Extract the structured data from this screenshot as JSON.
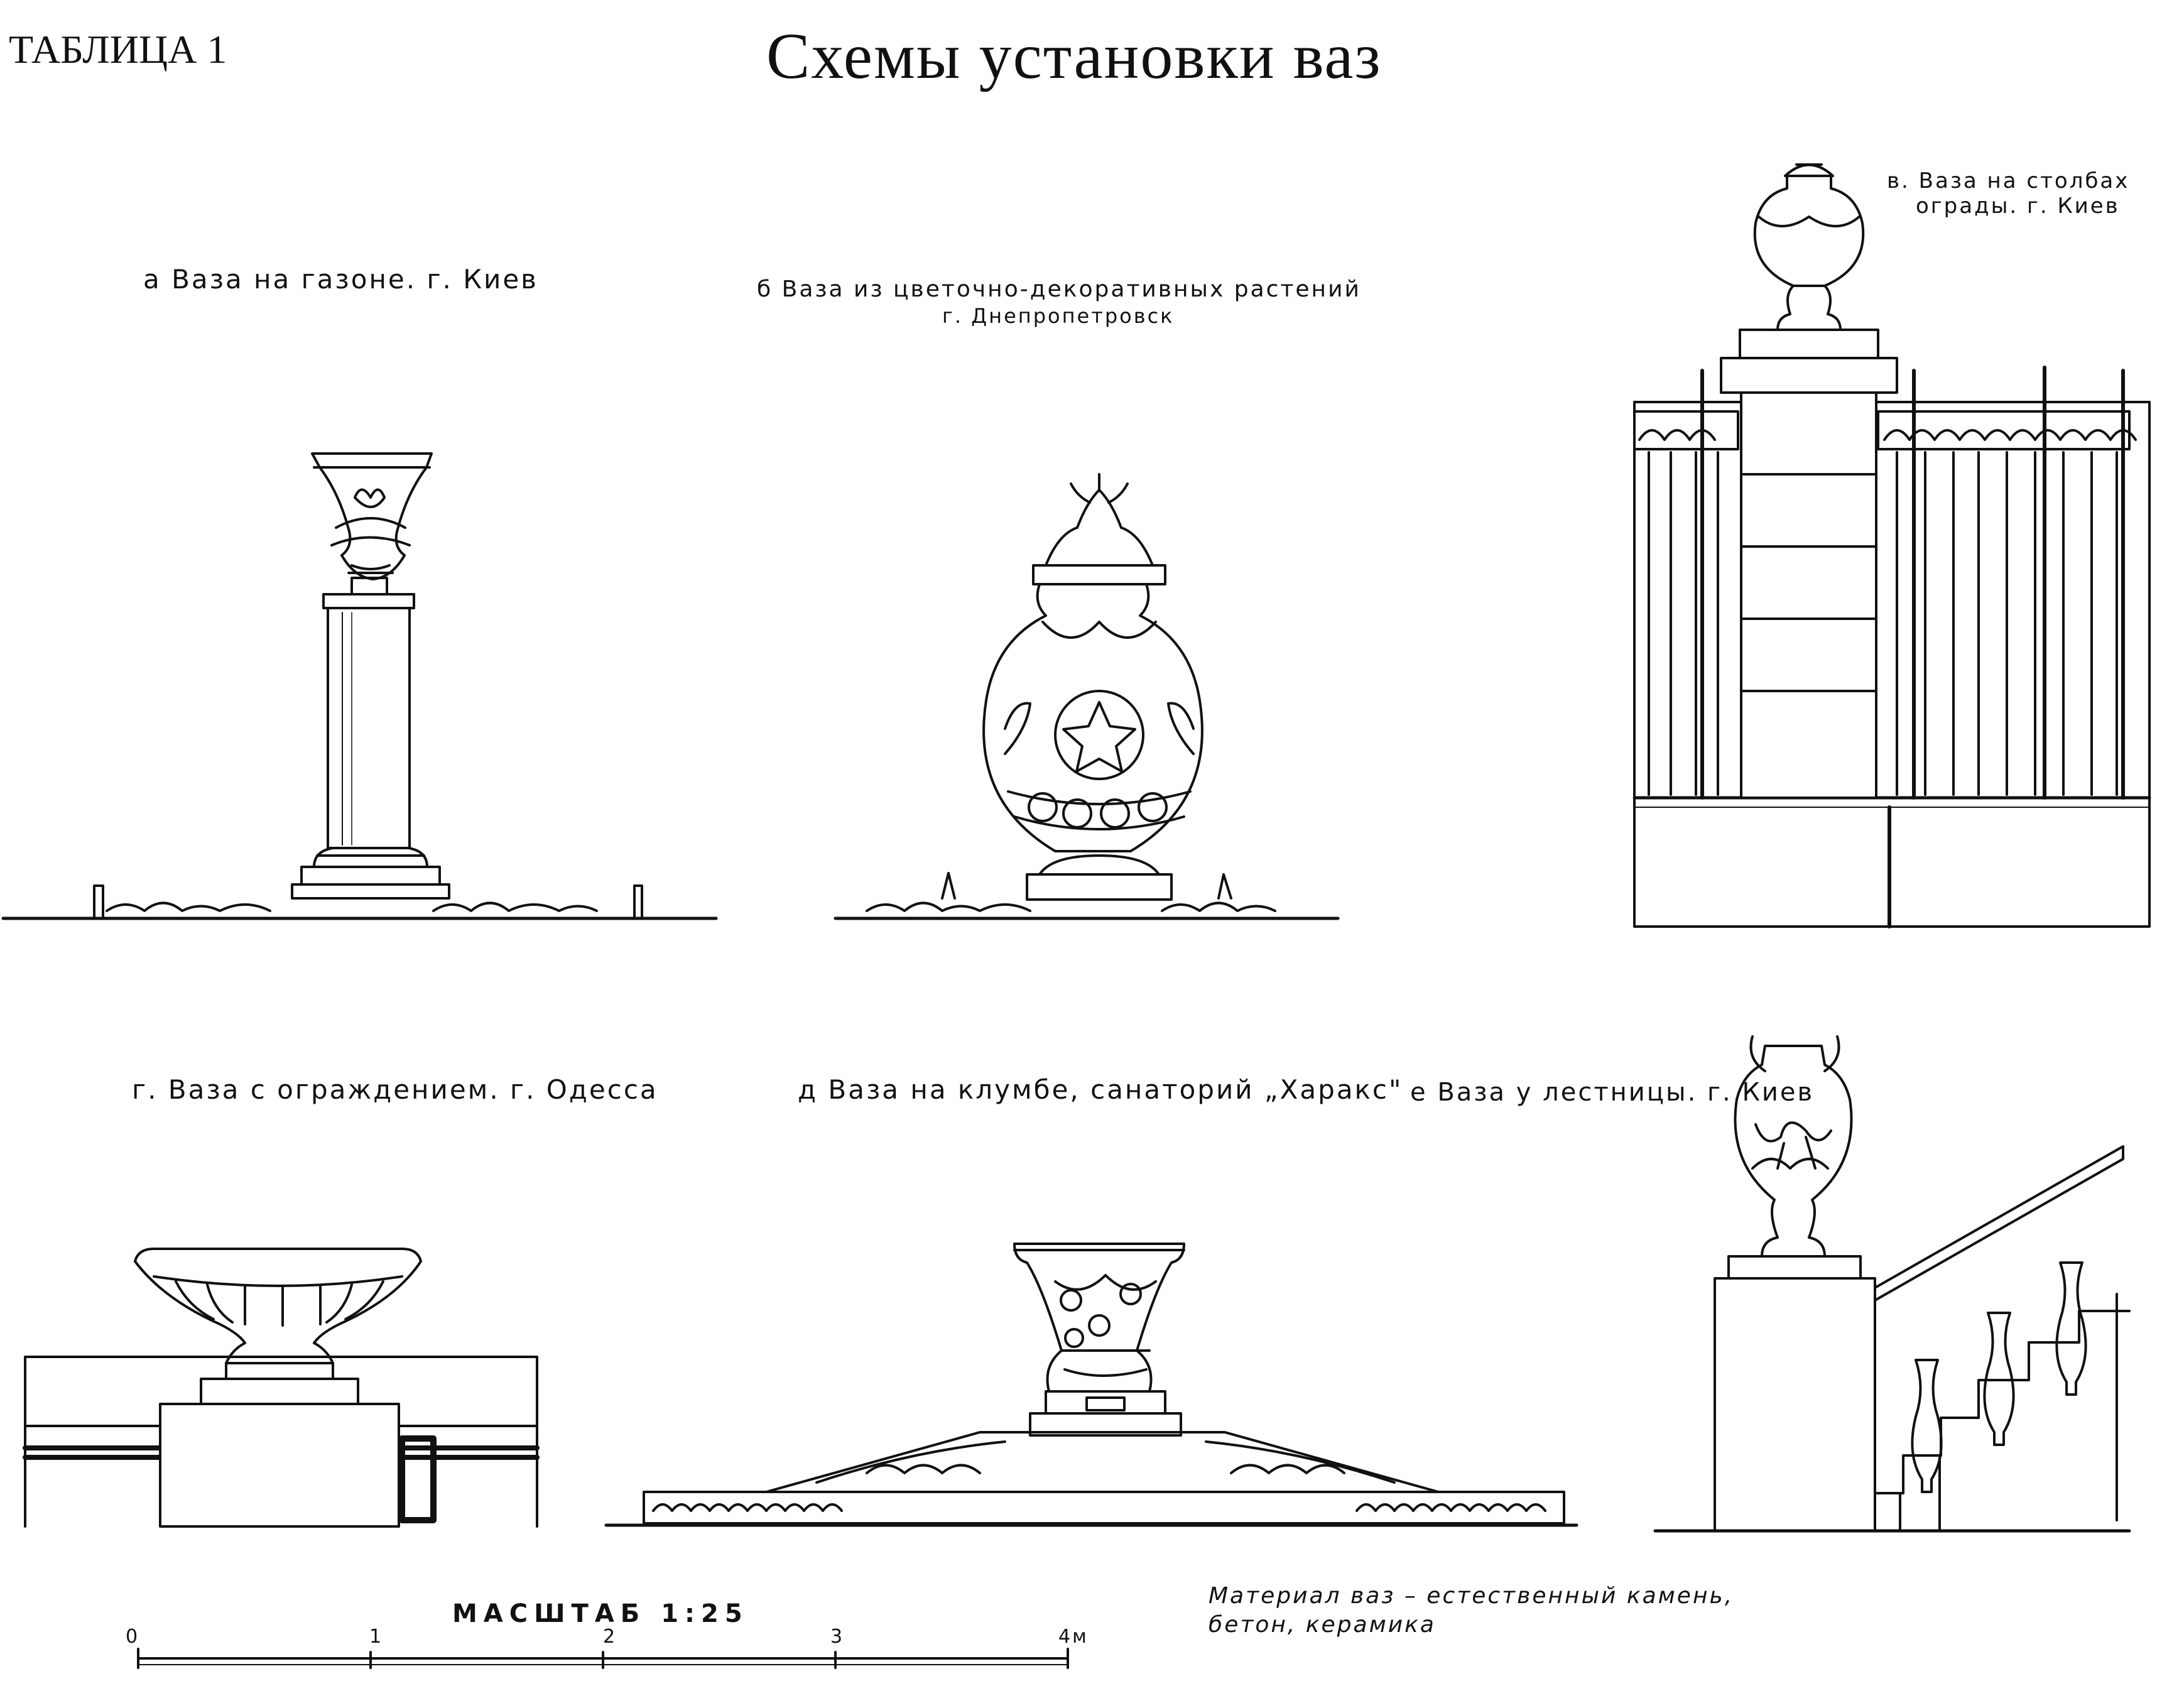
{
  "sheet": {
    "table_label": "ТАБЛИЦА 1",
    "title": "Схемы установки ваз"
  },
  "captions": {
    "a": "а  Ваза на газоне. г. Киев",
    "b_line1": "б  Ваза из цветочно-декоративных растений",
    "b_line2": "г. Днепропетровск",
    "v_line1": "в. Ваза на столбах",
    "v_line2": "ограды. г. Киев",
    "g": "г.  Ваза с ограждением. г. Одесса",
    "d": "д  Ваза на клумбе, санаторий „Харакс\"",
    "e": "е  Ваза у лестницы. г. Киев"
  },
  "scale": {
    "title": "МАСШТАБ 1:25",
    "ticks": [
      "0",
      "1",
      "2",
      "3",
      "4м"
    ]
  },
  "material": {
    "line1": "Материал ваз – естественный камень,",
    "line2": "бетон, керамика"
  },
  "colors": {
    "ink": "#111111",
    "paper": "#ffffff"
  }
}
